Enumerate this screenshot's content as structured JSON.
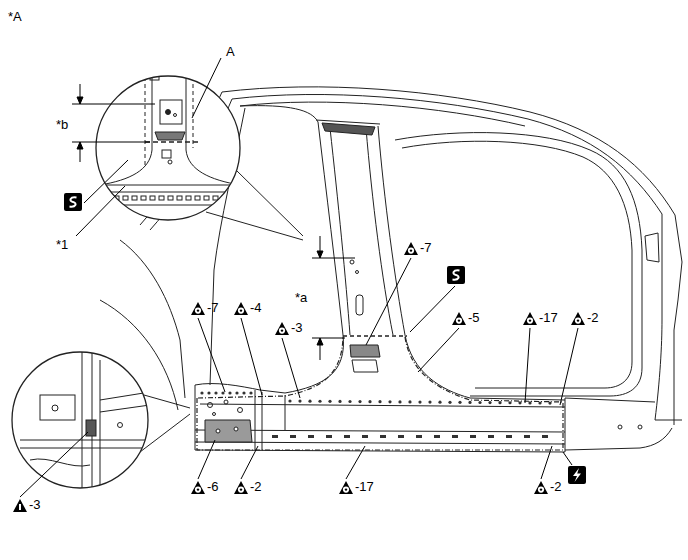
{
  "diagram": {
    "labels": [
      "*A",
      "A",
      "*b",
      "*1",
      "*a",
      "-7",
      "-7",
      "-4",
      "-3",
      "-5",
      "-17",
      "-2",
      "-3",
      "-6",
      "-2",
      "-17",
      "-2"
    ]
  }
}
